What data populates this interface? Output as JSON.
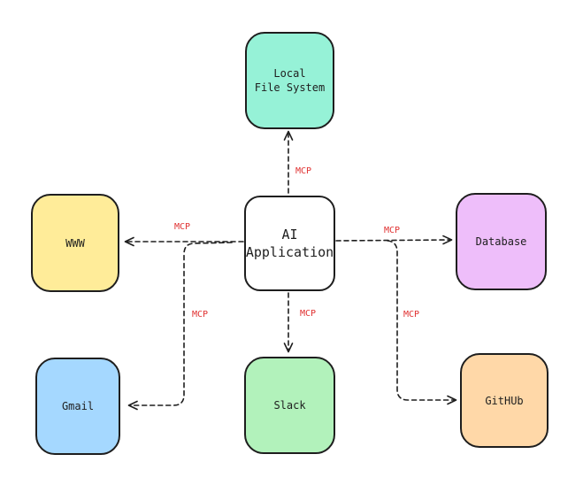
{
  "colors": {
    "stroke": "#1e1e1e",
    "label": "#e03131",
    "local_fs_fill": "#96f2d7",
    "www_fill": "#ffec99",
    "ai_fill": "#ffffff",
    "database_fill": "#eebefa",
    "gmail_fill": "#a5d8ff",
    "slack_fill": "#b2f2bb",
    "github_fill": "#ffd8a8"
  },
  "nodes": {
    "local_fs": "Local\nFile System",
    "www": "WWW",
    "ai": "AI\nApplication",
    "database": "Database",
    "gmail": "Gmail",
    "slack": "Slack",
    "github": "GitHUb"
  },
  "edges": [
    {
      "id": "ai-to-local-fs",
      "from": "AI Application",
      "to": "Local File System",
      "label": "MCP"
    },
    {
      "id": "ai-to-www",
      "from": "AI Application",
      "to": "WWW",
      "label": "MCP"
    },
    {
      "id": "ai-to-database",
      "from": "AI Application",
      "to": "Database",
      "label": "MCP"
    },
    {
      "id": "ai-to-gmail",
      "from": "AI Application",
      "to": "Gmail",
      "label": "MCP"
    },
    {
      "id": "ai-to-slack",
      "from": "AI Application",
      "to": "Slack",
      "label": "MCP"
    },
    {
      "id": "ai-to-github",
      "from": "AI Application",
      "to": "GitHUb",
      "label": "MCP"
    }
  ]
}
